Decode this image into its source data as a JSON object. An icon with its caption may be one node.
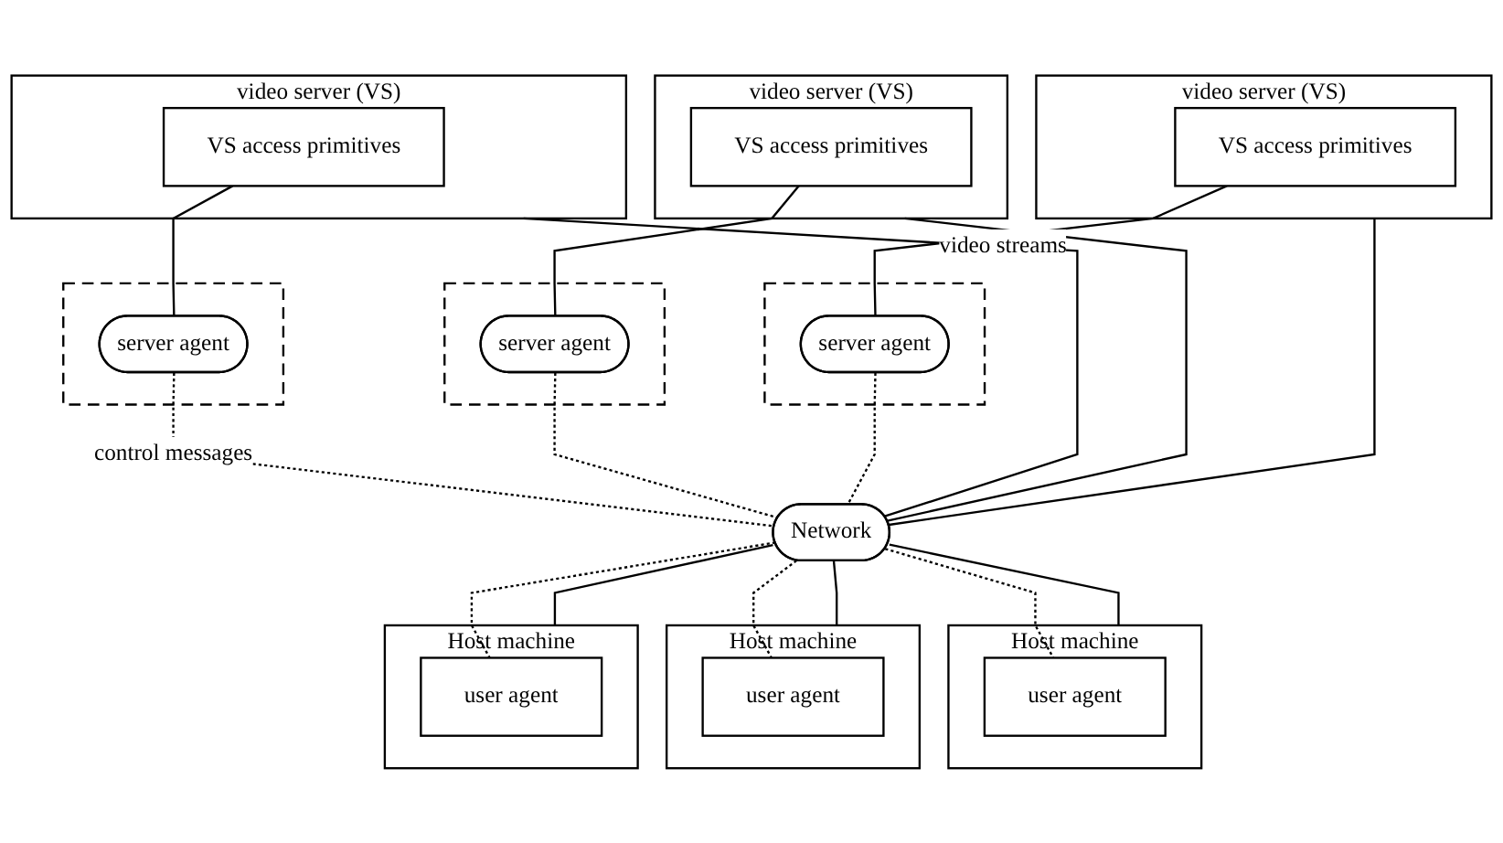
{
  "diagram": {
    "nodes": [
      {
        "text": [
          "video server (VS)"
        ]
      },
      {
        "text": [
          "VS access primitives"
        ],
        "in": 0
      },
      {
        "text": [],
        "shape": "box"
      },
      {
        "text": [
          "server agent"
        ],
        "in": 2
      },
      {
        "text": [
          "video server (VS)"
        ]
      },
      {
        "text": [
          "VS access primitives"
        ],
        "in": 4
      },
      {
        "text": [],
        "shape": "box"
      },
      {
        "text": [
          "server agent"
        ],
        "in": 6
      },
      {
        "text": [
          "video server (VS)"
        ]
      },
      {
        "text": [
          "VS access primitives"
        ],
        "in": 8
      },
      {
        "text": [],
        "shape": "box"
      },
      {
        "text": [
          "server agent"
        ],
        "in": 10
      },
      {
        "text": [
          "Network"
        ]
      },
      {
        "text": [
          "Host machine"
        ]
      },
      {
        "text": [
          "user agent"
        ],
        "in": 13
      },
      {
        "text": [
          "Host machine"
        ]
      },
      {
        "text": [
          "user agent"
        ],
        "in": 15
      },
      {
        "text": [
          "Host machine"
        ]
      },
      {
        "text": [
          "user agent"
        ],
        "in": 17
      }
    ],
    "edges": [
      {
        "from": 1,
        "to": 3,
        "arrow": "none"
      },
      {
        "from": 5,
        "to": 7,
        "arrow": "none"
      },
      {
        "from": 9,
        "to": 11,
        "arrow": "none"
      },
      {
        "from": 0,
        "to": 12,
        "arrow": "none",
        "label": "video streams"
      },
      {
        "from": 3,
        "to": 12,
        "arrow": "none",
        "style": "dashed",
        "label": "control messages"
      },
      {
        "from": 4,
        "to": 12,
        "arrow": "none"
      },
      {
        "from": 7,
        "to": 12,
        "arrow": "none",
        "style": "dashed"
      },
      {
        "from": 8,
        "to": 12,
        "arrow": "none"
      },
      {
        "from": 11,
        "to": 12,
        "arrow": "none",
        "style": "dashed"
      },
      {
        "from": 12,
        "to": 14,
        "arrow": "none",
        "style": "dashed"
      },
      {
        "from": 12,
        "to": 13,
        "arrow": "none"
      },
      {
        "from": 12,
        "to": 16,
        "arrow": "none",
        "style": "dashed"
      },
      {
        "from": 12,
        "to": 15,
        "arrow": "none"
      },
      {
        "from": 12,
        "to": 18,
        "arrow": "none",
        "style": "dashed"
      },
      {
        "from": 12,
        "to": 17,
        "arrow": "none"
      }
    ]
  }
}
